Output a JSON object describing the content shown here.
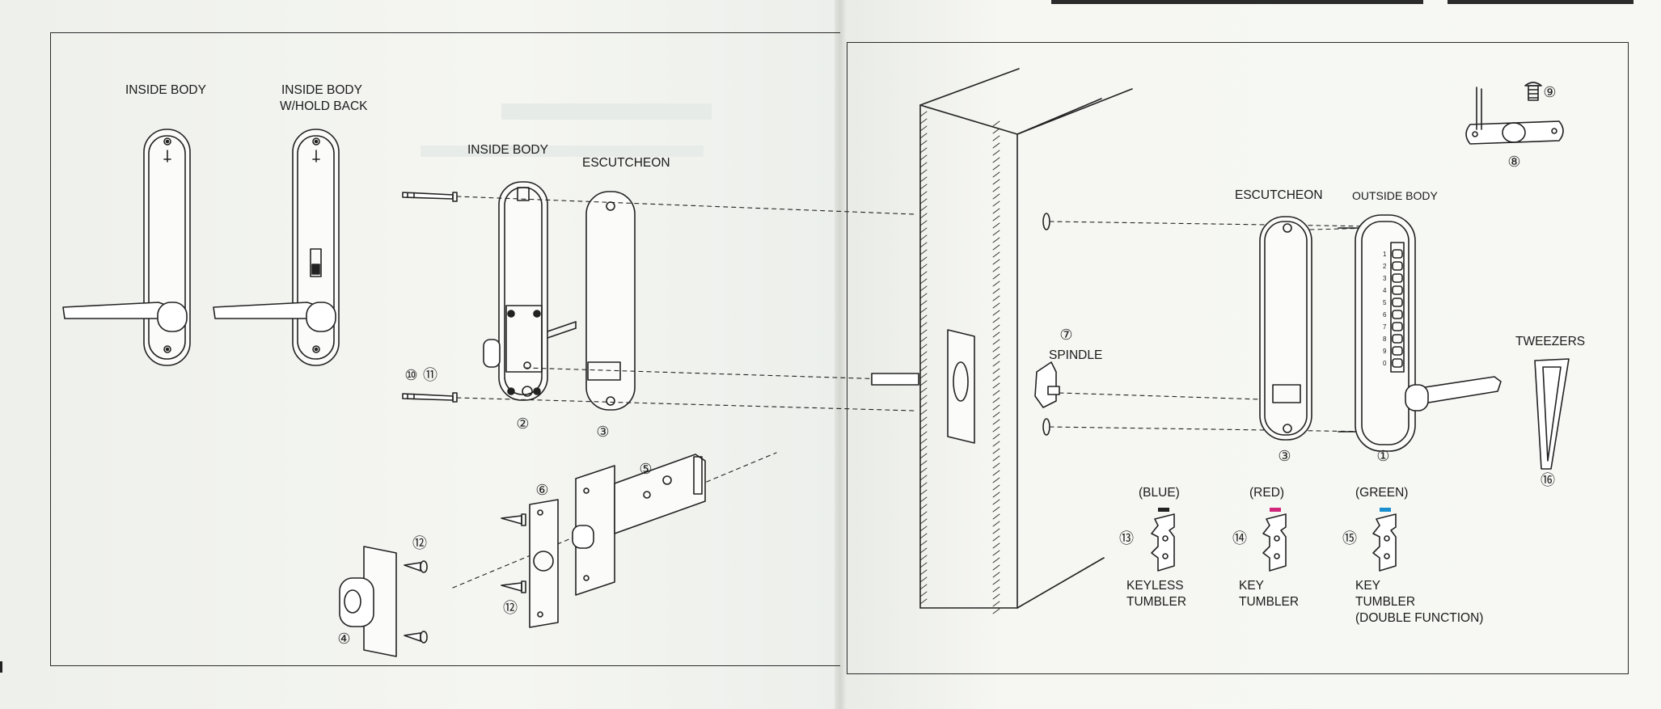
{
  "left_page": {
    "labels": {
      "inside_body_1": "INSIDE BODY",
      "inside_body_2_line1": "INSIDE BODY",
      "inside_body_2_line2": "W/HOLD BACK",
      "inside_body_3": "INSIDE BODY",
      "escutcheon": "ESCUTCHEON"
    },
    "numbers": {
      "n2": "②",
      "n3": "③",
      "n4": "④",
      "n5": "⑤",
      "n6": "⑥",
      "n10": "⑩",
      "n11": "⑪",
      "n12a": "⑫",
      "n12b": "⑫"
    }
  },
  "right_page": {
    "labels": {
      "escutcheon": "ESCUTCHEON",
      "outside_body": "OUTSIDE BODY",
      "spindle": "SPINDLE",
      "tweezers": "TWEEZERS",
      "blue": "(BLUE)",
      "red": "(RED)",
      "green": "(GREEN)",
      "keyless_tumbler_1": "KEYLESS",
      "keyless_tumbler_2": "TUMBLER",
      "key_tumbler_1": "KEY",
      "key_tumbler_2": "TUMBLER",
      "key_tumbler_df_1": "KEY",
      "key_tumbler_df_2": "TUMBLER",
      "key_tumbler_df_3": "(DOUBLE FUNCTION)"
    },
    "numbers": {
      "n1": "①",
      "n3": "③",
      "n7": "⑦",
      "n8": "⑧",
      "n9": "⑨",
      "n13": "⑬",
      "n14": "⑭",
      "n15": "⑮",
      "n16": "⑯"
    },
    "keypad_digits": [
      "1",
      "2",
      "3",
      "4",
      "5",
      "6",
      "7",
      "8",
      "9",
      "0"
    ]
  },
  "colors": {
    "blue": "#1a8fd0",
    "red": "#d0267a",
    "green": "#1a8fd0",
    "ink": "#222222"
  }
}
